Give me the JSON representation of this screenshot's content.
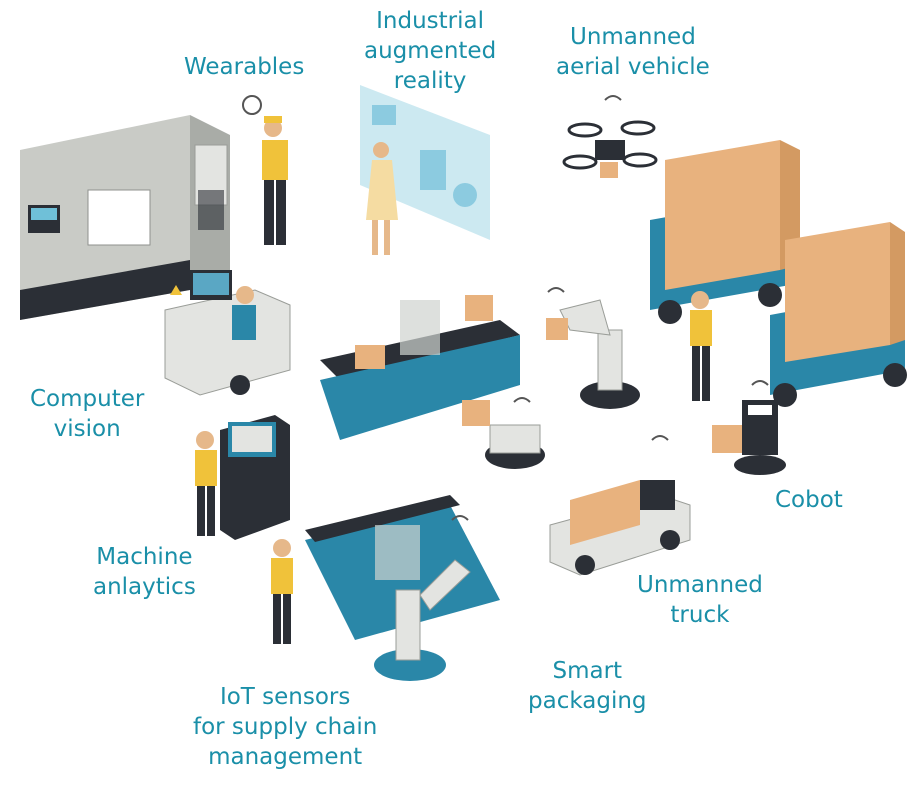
{
  "labels": {
    "wearables": [
      "Wearables"
    ],
    "augmented_reality": [
      "Industrial",
      "augmented",
      "reality"
    ],
    "uav": [
      "Unmanned",
      "aerial vehicle"
    ],
    "computer_vision": [
      "Computer",
      "vision"
    ],
    "machine_analytics": [
      "Machine",
      "anlaytics"
    ],
    "cobot": [
      "Cobot"
    ],
    "unmanned_truck": [
      "Unmanned",
      "truck"
    ],
    "smart_packaging": [
      "Smart",
      "packaging"
    ],
    "iot_sensors": [
      "IoT sensors",
      "for supply chain",
      "management"
    ]
  },
  "colors": {
    "label": "#1a8fa8",
    "machine": "#c9cbc6",
    "dark": "#2b2f36",
    "teal": "#2a87a8",
    "worker_yellow": "#f0c23a",
    "box": "#e8b27e"
  }
}
